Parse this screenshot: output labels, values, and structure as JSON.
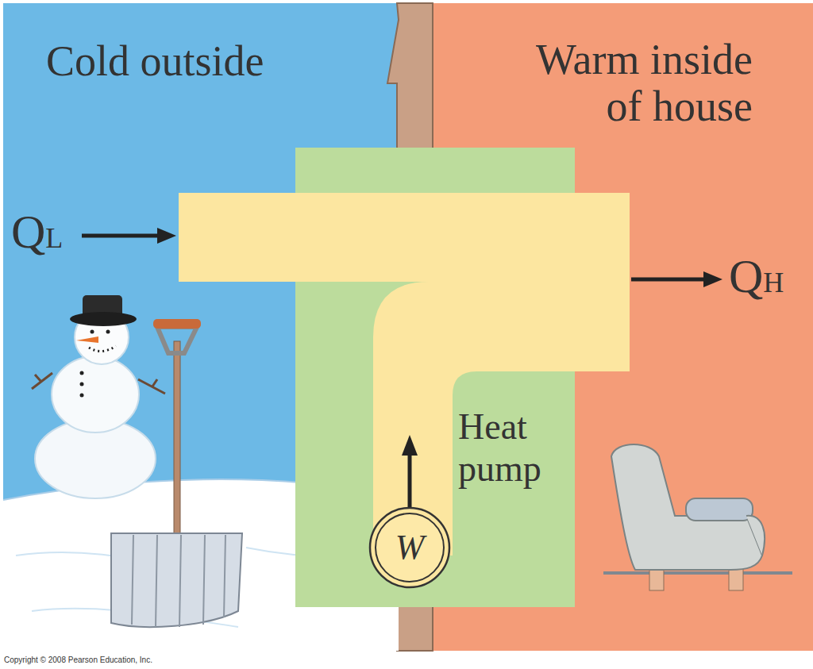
{
  "diagram": {
    "nodes": [
      {
        "text": [
          "Cold outside"
        ]
      },
      {
        "text": [
          "Warm inside of house"
        ]
      },
      {
        "text": [
          "Heat pump"
        ]
      },
      {
        "text": [
          "W"
        ],
        "in": 2
      }
    ],
    "labels": [
      "QL",
      "QH",
      "Copyright © 2008 Pearson Education, Inc."
    ]
  }
}
